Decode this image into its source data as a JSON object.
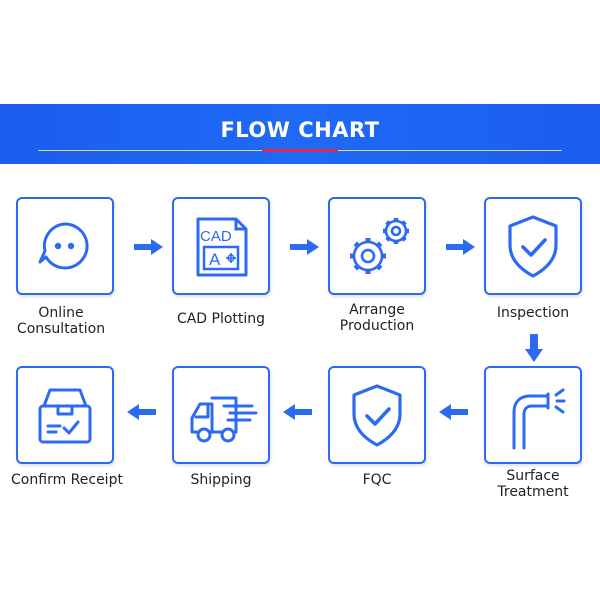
{
  "banner": {
    "title": "FLOW CHART"
  },
  "steps": [
    {
      "label": "Online\nConsultation",
      "icon": "chat-bubble-icon"
    },
    {
      "label": "CAD Plotting",
      "icon": "cad-document-icon",
      "icon_text": "CAD",
      "icon_letter": "A"
    },
    {
      "label": "Arrange\nProduction",
      "icon": "gears-icon"
    },
    {
      "label": "Inspection",
      "icon": "shield-check-icon"
    },
    {
      "label": "Surface\nTreatment",
      "icon": "spray-nozzle-icon"
    },
    {
      "label": "FQC",
      "icon": "shield-check-icon"
    },
    {
      "label": "Shipping",
      "icon": "delivery-truck-icon"
    },
    {
      "label": "Confirm Receipt",
      "icon": "package-box-icon"
    }
  ],
  "colors": {
    "accent": "#2d6af2",
    "banner": "#1c5cf0",
    "text": "#222222"
  }
}
